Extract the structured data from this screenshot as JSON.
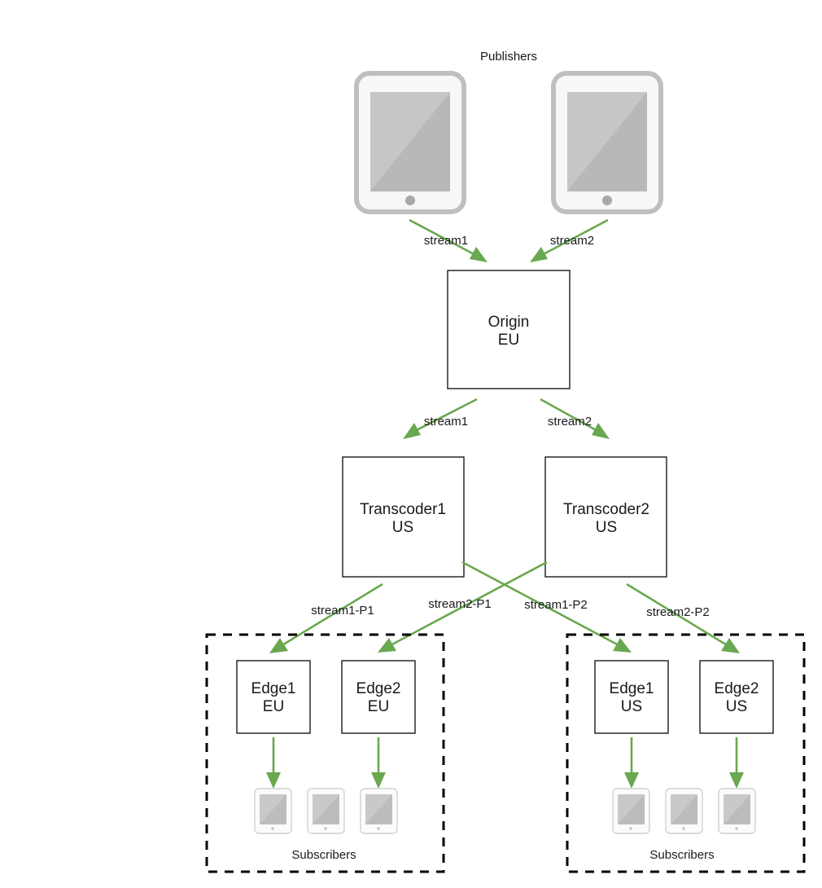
{
  "diagram": {
    "title": "",
    "colors": {
      "flow": "#6aa84f",
      "box_stroke": "#1a1a1a",
      "group_stroke": "#000000",
      "background": "#ffffff",
      "device_frame": "#bfbfbf",
      "device_screen": "#b8b8b8"
    }
  },
  "sections": {
    "publishers_title": "Publishers",
    "subscribers_caption_left": "Subscribers",
    "subscribers_caption_right": "Subscribers"
  },
  "publishers": [
    {
      "id": "publisher-1",
      "icon": "tablet-icon"
    },
    {
      "id": "publisher-2",
      "icon": "tablet-icon"
    }
  ],
  "nodes": {
    "origin": {
      "line1": "Origin",
      "line2": "EU"
    },
    "transcoder1": {
      "line1": "Transcoder1",
      "line2": "US"
    },
    "transcoder2": {
      "line1": "Transcoder2",
      "line2": "US"
    },
    "edge1_eu": {
      "line1": "Edge1",
      "line2": "EU"
    },
    "edge2_eu": {
      "line1": "Edge2",
      "line2": "EU"
    },
    "edge1_us": {
      "line1": "Edge1",
      "line2": "US"
    },
    "edge2_us": {
      "line1": "Edge2",
      "line2": "US"
    }
  },
  "flows": {
    "pub1_to_origin": "stream1",
    "pub2_to_origin": "stream2",
    "origin_to_transcoder1": "stream1",
    "origin_to_transcoder2": "stream2",
    "transcoder1_to_edge1_eu": "stream1-P1",
    "transcoder2_to_edge2_eu": "stream2-P1",
    "transcoder1_to_edge1_us": "stream1-P2",
    "transcoder2_to_edge2_us": "stream2-P2"
  },
  "subscriber_groups": [
    {
      "id": "subscribers-eu",
      "devices": [
        "tablet-icon",
        "tablet-icon",
        "tablet-icon"
      ]
    },
    {
      "id": "subscribers-us",
      "devices": [
        "tablet-icon",
        "tablet-icon",
        "tablet-icon"
      ]
    }
  ]
}
